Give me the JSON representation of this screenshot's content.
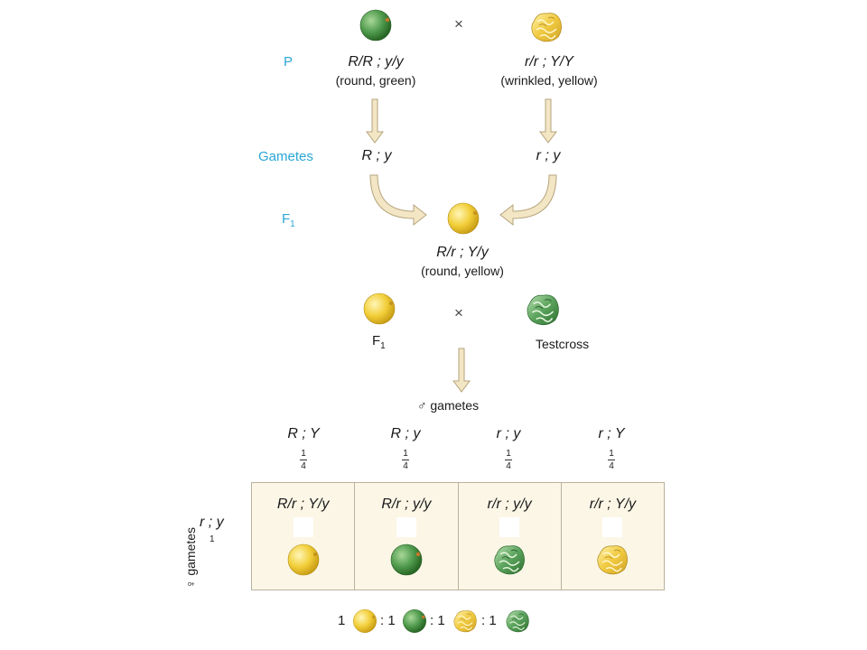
{
  "generation_labels": {
    "parental": "P",
    "gametes": "Gametes",
    "f1": "F",
    "f1_sub": "1"
  },
  "parent_left": {
    "genotype": "R/R ; y/y",
    "phenotype": "(round, green)"
  },
  "parent_right": {
    "genotype": "r/r ; Y/Y",
    "phenotype": "(wrinkled, yellow)"
  },
  "cross_symbol": "×",
  "gametes": {
    "left": "R ; y",
    "right": "r ; y"
  },
  "f1_offspring": {
    "genotype": "R/r ; Y/y",
    "phenotype": "(round, yellow)"
  },
  "testcross": {
    "left_label": "F",
    "left_sub": "1",
    "right_label": "Testcross"
  },
  "male_gametes_title": "♂ gametes",
  "male_gametes": [
    {
      "genotype": "R ; Y",
      "num": "1",
      "den": "4"
    },
    {
      "genotype": "R ; y",
      "num": "1",
      "den": "4"
    },
    {
      "genotype": "r ; y",
      "num": "1",
      "den": "4"
    },
    {
      "genotype": "r ; Y",
      "num": "1",
      "den": "4"
    }
  ],
  "female_gamete": {
    "title": "♀ gametes",
    "genotype": "r ; y",
    "fraction": "1"
  },
  "punnett_cells": [
    {
      "genotype": "R/r ; Y/y",
      "pea": "round-yellow-pea-icon"
    },
    {
      "genotype": "R/r ; y/y",
      "pea": "round-green-pea-icon"
    },
    {
      "genotype": "r/r ; y/y",
      "pea": "wrinkled-green-pea-icon"
    },
    {
      "genotype": "r/r ; Y/y",
      "pea": "wrinkled-yellow-pea-icon"
    }
  ],
  "ratio": {
    "n1": "1",
    "n2": ": 1",
    "n3": ": 1",
    "n4": ": 1"
  },
  "colors": {
    "label_blue": "#2aa6d6",
    "arrow_fill": "#f3e6c4",
    "arrow_stroke": "#b5a47c",
    "punnett_bg": "#fbf6e6",
    "pea_yellow": "#f2cf3a",
    "pea_green": "#4f9a4d"
  }
}
